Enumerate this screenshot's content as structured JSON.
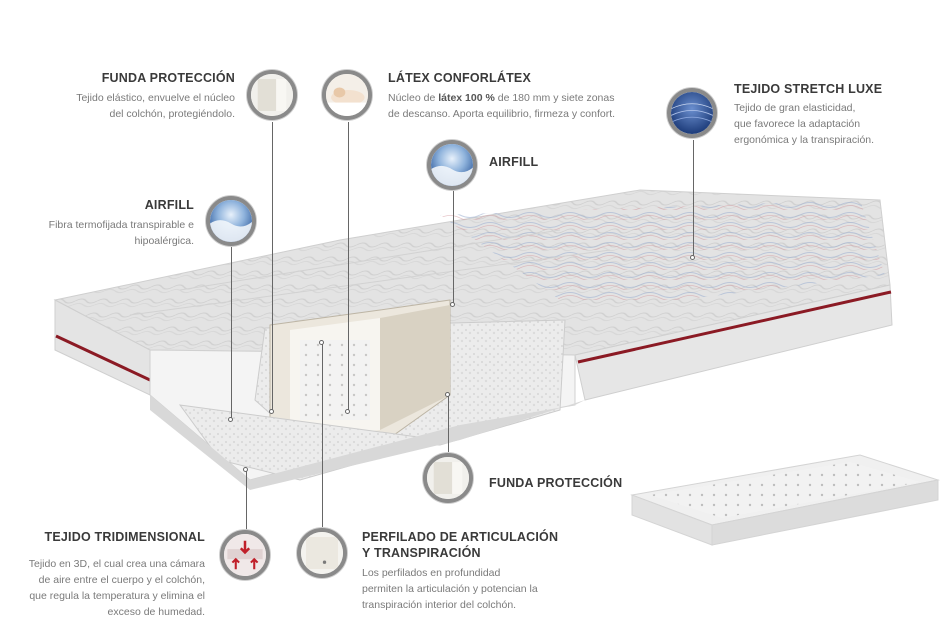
{
  "labels": {
    "funda_top": {
      "title": "FUNDA PROTECCIÓN",
      "desc_line1": "Tejido elástico, envuelve el núcleo",
      "desc_line2": "del colchón, protegiéndolo."
    },
    "latex": {
      "title": "LÁTEX CONFORLÁTEX",
      "desc_pre": "Núcleo de ",
      "desc_bold": "látex 100 %",
      "desc_post": " de 180 mm y siete zonas",
      "desc_line2": "de descanso. Aporta equilibrio, firmeza y confort."
    },
    "tejido_stretch": {
      "title": "TEJIDO STRETCH LUXE",
      "desc_line1": "Tejido de gran elasticidad,",
      "desc_line2": "que favorece la adaptación",
      "desc_line3": "ergonómica y la transpiración."
    },
    "airfill_center": {
      "title": "AIRFILL"
    },
    "airfill_left": {
      "title": "AIRFILL",
      "desc_line1": "Fibra termofijada transpirable e",
      "desc_line2": "hipoalérgica."
    },
    "funda_bottom": {
      "title": "FUNDA PROTECCIÓN"
    },
    "tridimensional": {
      "title": "TEJIDO TRIDIMENSIONAL",
      "desc_line1": "Tejido en 3D, el cual crea una cámara",
      "desc_line2": "de aire entre el cuerpo y el colchón,",
      "desc_line3": "que regula la temperatura y elimina el",
      "desc_line4": "exceso de humedad."
    },
    "perfilado": {
      "title_line1": "PERFILADO DE ARTICULACIÓN",
      "title_line2": "Y TRANSPIRACIÓN",
      "desc_line1": "Los perfilados en profundidad",
      "desc_line2": "permiten la articulación y potencian la",
      "desc_line3": "transpiración interior del colchón."
    }
  },
  "colors": {
    "text_title": "#3a3a3a",
    "text_desc": "#7a7a7a",
    "ring": "#8a8a8a",
    "stripe_red": "#8b1a24",
    "fabric_gray": "#d9d9d9",
    "airfill_blue": "#2a5fa8"
  }
}
